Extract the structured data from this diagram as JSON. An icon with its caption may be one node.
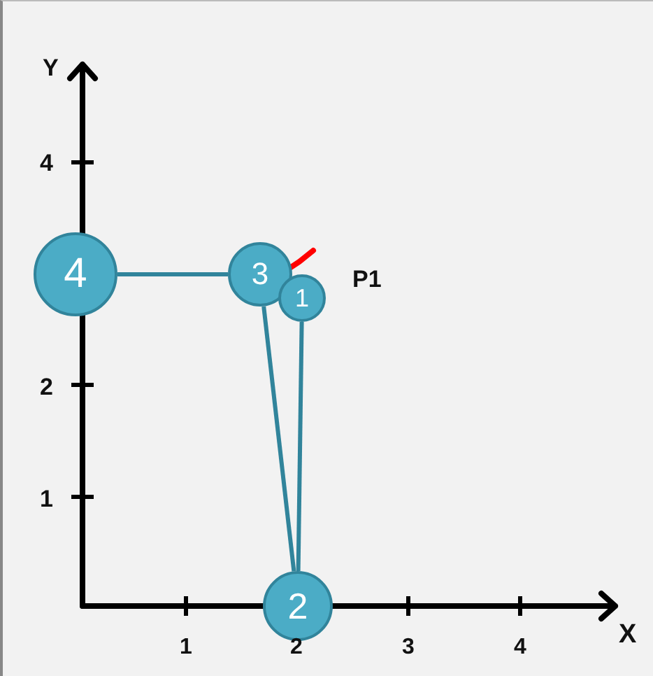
{
  "diagram": {
    "nodes": [
      {
        "text": [
          "4"
        ]
      },
      {
        "text": [
          "3"
        ]
      },
      {
        "text": [
          "1"
        ]
      },
      {
        "text": [
          "2"
        ]
      }
    ],
    "edges": [
      {
        "from": 0,
        "to": 1,
        "arrow": "none"
      },
      {
        "from": 1,
        "to": 3,
        "arrow": "none"
      },
      {
        "from": 2,
        "to": 3,
        "arrow": "none"
      }
    ],
    "labels": [
      "Y",
      "4",
      "P1",
      "2",
      "1",
      "1",
      "2",
      "3",
      "4",
      "X"
    ]
  }
}
